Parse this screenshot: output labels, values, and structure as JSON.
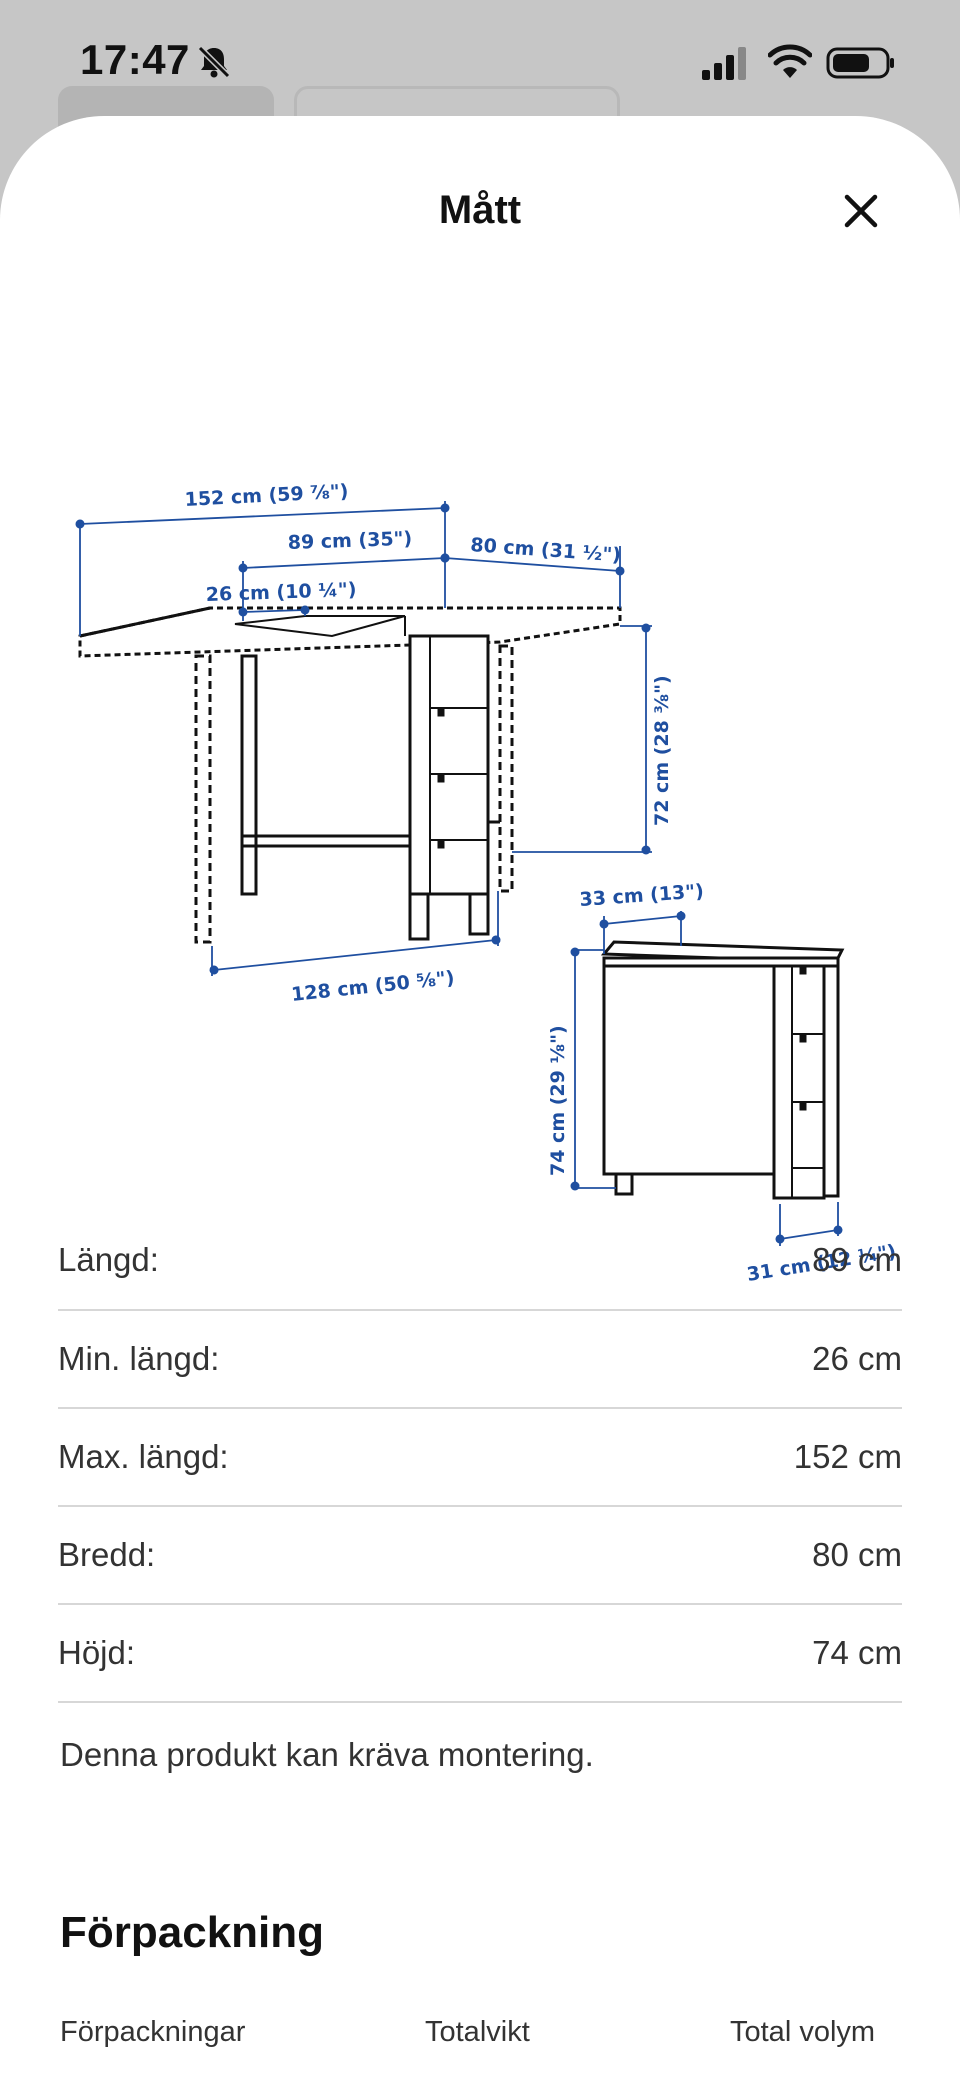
{
  "status_bar": {
    "time": "17:47"
  },
  "sheet": {
    "title": "Mått"
  },
  "diagram": {
    "open_table": {
      "full_length": "152 cm (59 ⅞\")",
      "length": "89 cm (35\")",
      "width": "80 cm (31 ½\")",
      "min_length": "26 cm (10 ¼\")",
      "height_top": "72 cm (28 ⅜\")",
      "base_length": "128 cm (50 ⅝\")"
    },
    "folded_table": {
      "depth": "33 cm (13\")",
      "height": "74 cm (29 ⅛\")",
      "foot_depth": "31 cm (12 ¼\")"
    }
  },
  "specs": [
    {
      "label": "Längd:",
      "value": "89 cm"
    },
    {
      "label": "Min. längd:",
      "value": "26 cm"
    },
    {
      "label": "Max. längd:",
      "value": "152 cm"
    },
    {
      "label": "Bredd:",
      "value": "80 cm"
    },
    {
      "label": "Höjd:",
      "value": "74 cm"
    }
  ],
  "assembly_note": "Denna produkt kan kräva montering.",
  "packaging": {
    "heading": "Förpackning",
    "columns": [
      "Förpackningar",
      "Totalvikt",
      "Total volym"
    ]
  },
  "colors": {
    "dimension_blue": "#1f4fa0",
    "sheet_bg": "#ffffff",
    "backdrop": "#c6c6c6"
  }
}
